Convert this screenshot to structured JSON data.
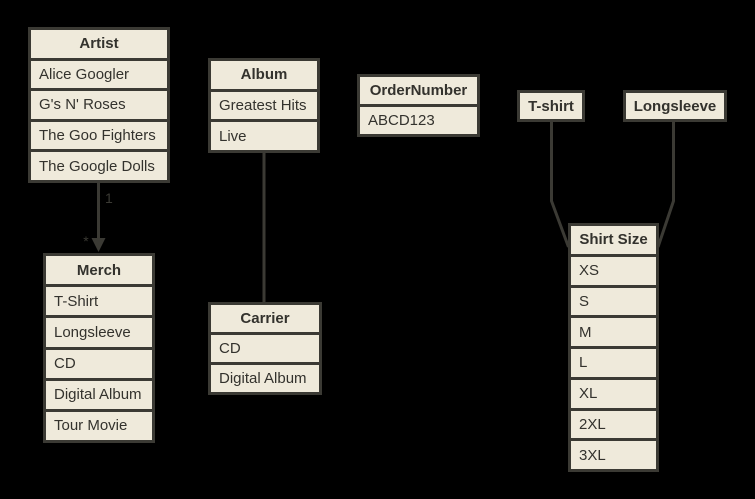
{
  "diagram": {
    "background_color": "#000000",
    "box_fill_color": "#EFEADB",
    "box_border_color": "#3B3A34",
    "text_color": "#33322D"
  },
  "entities": {
    "artist": {
      "title": "Artist",
      "rows": [
        "Alice Googler",
        "G's N' Roses",
        "The Goo Fighters",
        "The Google Dolls"
      ]
    },
    "merch": {
      "title": "Merch",
      "rows": [
        "T-Shirt",
        "Longsleeve",
        "CD",
        "Digital Album",
        "Tour Movie"
      ]
    },
    "album": {
      "title": "Album",
      "rows": [
        "Greatest Hits",
        "Live"
      ]
    },
    "carrier": {
      "title": "Carrier",
      "rows": [
        "CD",
        "Digital Album"
      ]
    },
    "order_number": {
      "title": "OrderNumber",
      "rows": [
        "ABCD123"
      ]
    },
    "tshirt": {
      "title": "T-shirt"
    },
    "longsleeve": {
      "title": "Longsleeve"
    },
    "shirt_size": {
      "title": "Shirt Size",
      "rows": [
        "XS",
        "S",
        "M",
        "L",
        "XL",
        "2XL",
        "3XL"
      ]
    }
  },
  "connectors": {
    "artist_merch": {
      "source_label": "1",
      "target_label": "*"
    }
  }
}
